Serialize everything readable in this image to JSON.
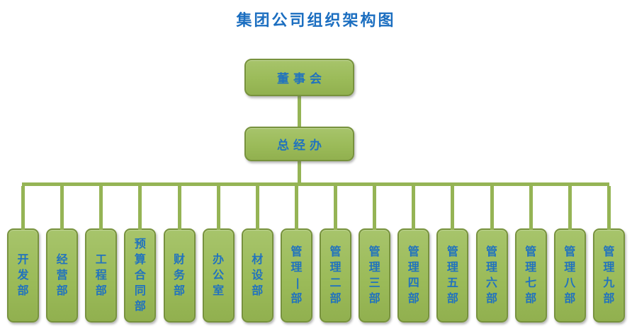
{
  "title": "集团公司组织架构图",
  "colors": {
    "title_text": "#1b6ec0",
    "node_text": "#2173be",
    "node_fill": "#9bbb59",
    "node_border": "#77923d",
    "connector": "#95b455"
  },
  "org": {
    "root": {
      "label": "董事会"
    },
    "manager_office": {
      "label": "总经办"
    },
    "departments": [
      {
        "label": "开发部"
      },
      {
        "label": "经营部"
      },
      {
        "label": "工程部"
      },
      {
        "label": "预算合同部"
      },
      {
        "label": "财务部"
      },
      {
        "label": "办公室"
      },
      {
        "label": "材设部"
      },
      {
        "label": "管理一部"
      },
      {
        "label": "管理二部"
      },
      {
        "label": "管理三部"
      },
      {
        "label": "管理四部"
      },
      {
        "label": "管理五部"
      },
      {
        "label": "管理六部"
      },
      {
        "label": "管理七部"
      },
      {
        "label": "管理八部"
      },
      {
        "label": "管理九部"
      }
    ]
  }
}
